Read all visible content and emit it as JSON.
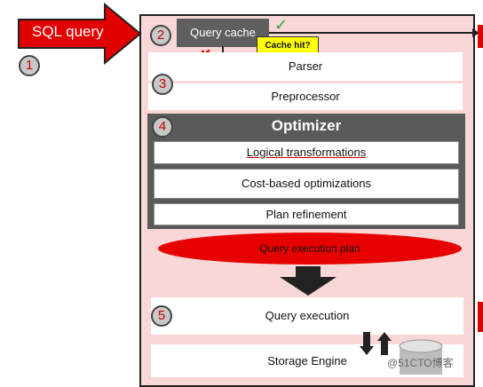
{
  "input_arrow": {
    "label": "SQL query"
  },
  "badges": [
    "1",
    "2",
    "3",
    "4",
    "5"
  ],
  "query_cache": {
    "label": "Query cache",
    "check_mark": "✓",
    "cross_mark": "✗",
    "hit_label": "Cache hit?"
  },
  "parser": {
    "label": "Parser"
  },
  "preprocessor": {
    "label": "Preprocessor"
  },
  "optimizer": {
    "title": "Optimizer",
    "steps": [
      "Logical transformations",
      "Cost-based optimizations",
      "Plan refinement"
    ]
  },
  "execution_plan": {
    "label": "Query execution plan"
  },
  "query_execution": {
    "label": "Query execution"
  },
  "storage_engine": {
    "label": "Storage Engine"
  },
  "watermark": "@51CTO博客",
  "colors": {
    "arrow": "#e00000",
    "panel": "#f9d7d7",
    "optimizer_bg": "#5a5a5a",
    "cache_bg": "#5f5f5f",
    "hit_bg": "#ffff00",
    "plan": "#e60000"
  }
}
